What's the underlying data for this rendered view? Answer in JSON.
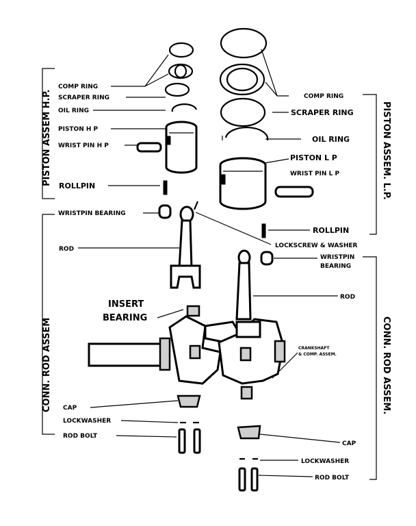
{
  "labels": {
    "piston_assem_hp": "PISTON ASSEM H.P.",
    "piston_assem_lp": "PISTON ASSEM. L.P.",
    "conn_rod_assem_left": "CONN. ROD ASSEM",
    "conn_rod_assem_right": "CONN. ROD ASSEM.",
    "comp_ring_hp": "COMP RING",
    "scraper_ring_hp": "SCRAPER RING",
    "oil_ring_hp": "OIL RING",
    "piston_hp": "PISTON H P",
    "wrist_pin_hp": "WRIST PIN H P",
    "rollpin_hp": "ROLLPIN",
    "wristpin_bearing_left": "WRISTPIN BEARING",
    "rod_left": "ROD",
    "insert_bearing_line1": "INSERT",
    "insert_bearing_line2": "BEARING",
    "cap_left": "CAP",
    "lockwasher_left": "LOCKWASHER",
    "rod_bolt_left": "ROD BOLT",
    "comp_ring_lp": "COMP RING",
    "scraper_ring_lp": "SCRAPER RING",
    "oil_ring_lp": "OIL RING",
    "piston_lp": "PISTON L P",
    "wrist_pin_lp": "WRIST PIN L P",
    "rollpin_lp": "ROLLPIN",
    "lockscrew_washer": "LOCKSCREW & WASHER",
    "wristpin_bearing_right_line1": "WRISTPIN",
    "wristpin_bearing_right_line2": "BEARING",
    "rod_right": "ROD",
    "crankshaft_line1": "CRANKSHAFT",
    "crankshaft_line2": "& COMP. ASSEM.",
    "cap_right": "CAP",
    "lockwasher_right": "LOCKWASHER",
    "rod_bolt_right": "ROD BOLT"
  }
}
